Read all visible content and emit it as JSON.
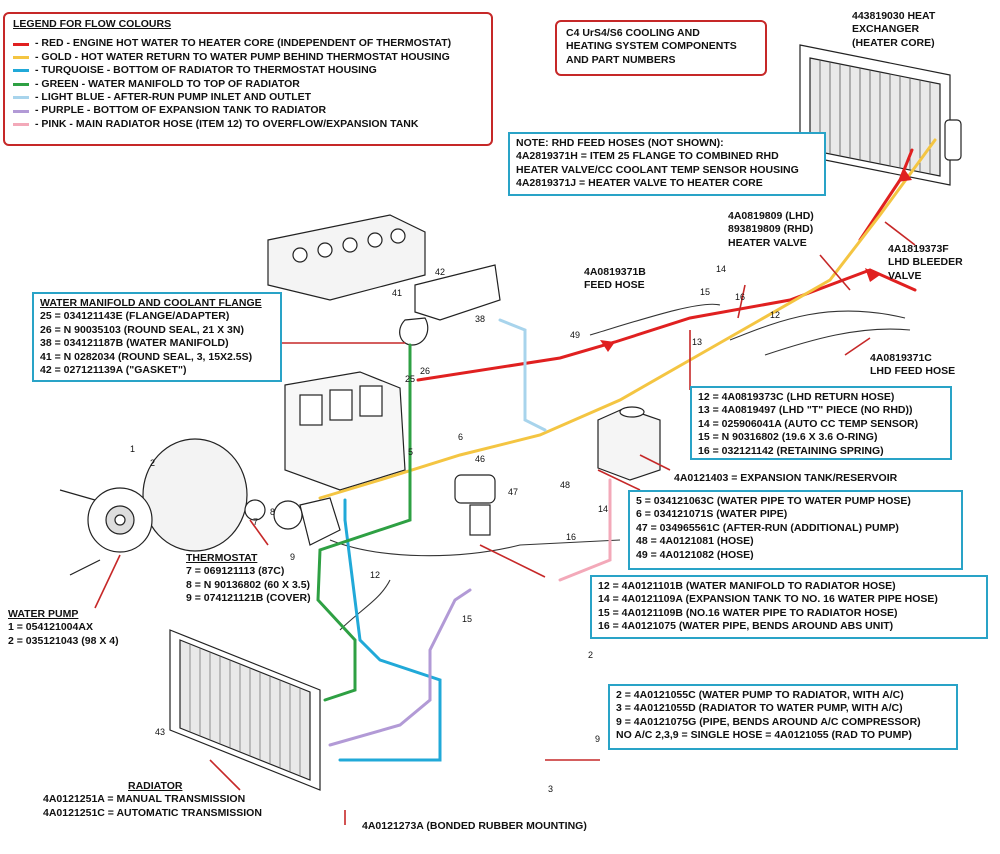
{
  "colors": {
    "red": "#e02020",
    "gold": "#f4c542",
    "turquoise": "#21a9d8",
    "green": "#2ea043",
    "light_blue": "#a8d4ec",
    "purple": "#b29ad6",
    "pink": "#f3a9b9",
    "box_red": "#c62828",
    "box_blue": "#29a3c7"
  },
  "legend": {
    "title": "LEGEND FOR FLOW COLOURS",
    "items": [
      {
        "color": "#e02020",
        "label": "- RED - ENGINE HOT WATER TO HEATER CORE (INDEPENDENT OF THERMOSTAT)"
      },
      {
        "color": "#f4c542",
        "label": "- GOLD - HOT WATER RETURN TO WATER PUMP BEHIND THERMOSTAT HOUSING"
      },
      {
        "color": "#21a9d8",
        "label": "- TURQUOISE - BOTTOM OF RADIATOR TO THERMOSTAT HOUSING"
      },
      {
        "color": "#2ea043",
        "label": "- GREEN - WATER MANIFOLD TO TOP OF RADIATOR"
      },
      {
        "color": "#a8d4ec",
        "label": "- LIGHT BLUE - AFTER-RUN PUMP INLET AND OUTLET"
      },
      {
        "color": "#b29ad6",
        "label": "- PURPLE - BOTTOM OF EXPANSION TANK TO RADIATOR"
      },
      {
        "color": "#f3a9b9",
        "label": "- PINK - MAIN RADIATOR HOSE (ITEM 12) TO OVERFLOW/EXPANSION TANK"
      }
    ]
  },
  "title_box": {
    "lines": [
      "C4 UrS4/S6 COOLING AND",
      "HEATING SYSTEM COMPONENTS",
      "AND PART NUMBERS"
    ]
  },
  "heat_exchanger": {
    "lines": [
      "443819030 HEAT",
      "EXCHANGER",
      "(HEATER CORE)"
    ]
  },
  "rhd_note": {
    "lines": [
      "NOTE: RHD FEED HOSES (NOT SHOWN):",
      "4A2819371H = ITEM 25 FLANGE TO COMBINED RHD",
      "HEATER VALVE/CC COOLANT TEMP SENSOR HOUSING",
      "4A2819371J = HEATER VALVE TO HEATER CORE"
    ]
  },
  "heater_valve": {
    "lines": [
      "4A0819809 (LHD)",
      "893819809 (RHD)",
      "HEATER VALVE"
    ]
  },
  "bleeder_valve": {
    "lines": [
      "4A1819373F",
      "LHD BLEEDER",
      "VALVE"
    ]
  },
  "feed_hose": {
    "lines": [
      "4A0819371B",
      "FEED HOSE"
    ]
  },
  "lhd_feed_hose": {
    "lines": [
      "4A0819371C",
      "LHD FEED HOSE"
    ]
  },
  "water_manifold": {
    "title": "WATER MANIFOLD AND COOLANT FLANGE",
    "lines": [
      "25 = 034121143E (FLANGE/ADAPTER)",
      "26 = N  90035103 (ROUND SEAL, 21 X 3N)",
      "38 = 034121187B (WATER MANIFOLD)",
      "41 = N  0282034 (ROUND SEAL, 3, 15X2.5S)",
      "42 = 027121139A (\"GASKET\")"
    ]
  },
  "lhd_return": {
    "lines": [
      "12 = 4A0819373C (LHD RETURN HOSE)",
      "13 = 4A0819497 (LHD \"T\" PIECE (NO RHD))",
      "14 = 025906041A (AUTO CC TEMP SENSOR)",
      "15 = N  90316802 (19.6 X 3.6 O-RING)",
      "16 = 032121142 (RETAINING SPRING)"
    ]
  },
  "expansion_tank": {
    "label": "4A0121403 = EXPANSION TANK/RESERVOIR"
  },
  "water_pipe": {
    "lines": [
      "5 = 034121063C (WATER PIPE TO WATER PUMP HOSE)",
      "6 = 034121071S (WATER PIPE)",
      "47 = 034965561C (AFTER-RUN (ADDITIONAL) PUMP)",
      "48 = 4A0121081 (HOSE)",
      "49 = 4A0121082 (HOSE)"
    ]
  },
  "radiator_hoses": {
    "lines": [
      "12 = 4A0121101B (WATER MANIFOLD TO RADIATOR HOSE)",
      "14 = 4A0121109A (EXPANSION TANK TO NO. 16 WATER PIPE HOSE)",
      "15 = 4A0121109B (NO.16 WATER PIPE TO RADIATOR HOSE)",
      "16 = 4A0121075 (WATER PIPE, BENDS AROUND ABS UNIT)"
    ]
  },
  "pump_hoses": {
    "lines": [
      "2 = 4A0121055C (WATER PUMP TO RADIATOR, WITH A/C)",
      "3 = 4A0121055D (RADIATOR TO WATER PUMP, WITH A/C)",
      "9 = 4A0121075G (PIPE, BENDS AROUND A/C COMPRESSOR)",
      "NO A/C 2,3,9 = SINGLE HOSE = 4A0121055 (RAD TO PUMP)"
    ]
  },
  "thermostat": {
    "title": "THERMOSTAT",
    "lines": [
      "7 = 069121113 (87C)",
      "8 = N  90136802 (60 X 3.5)",
      "9 = 074121121B (COVER)"
    ]
  },
  "water_pump": {
    "title": "WATER PUMP",
    "lines": [
      "1 = 054121004AX",
      "2 = 035121043 (98 X 4)"
    ]
  },
  "radiator": {
    "title": "RADIATOR",
    "lines": [
      "4A0121251A = MANUAL TRANSMISSION",
      "4A0121251C = AUTOMATIC TRANSMISSION"
    ]
  },
  "mounting": {
    "label": "4A0121273A (BONDED RUBBER MOUNTING)"
  },
  "callouts": [
    "1",
    "2",
    "3",
    "5",
    "6",
    "7",
    "8",
    "9",
    "12",
    "13",
    "14",
    "15",
    "16",
    "25",
    "26",
    "38",
    "41",
    "42",
    "43",
    "46",
    "47",
    "48",
    "49"
  ]
}
